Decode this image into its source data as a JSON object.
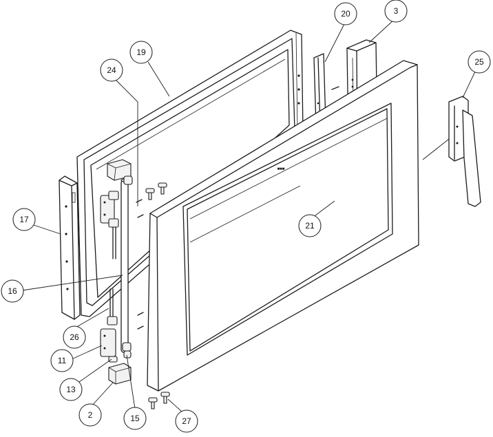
{
  "callouts": {
    "c2": "2",
    "c3": "3",
    "c11": "11",
    "c13": "13",
    "c15": "15",
    "c16": "16",
    "c17": "17",
    "c19": "19",
    "c20": "20",
    "c21": "21",
    "c24": "24",
    "c25": "25",
    "c26": "26",
    "c27": "27"
  }
}
